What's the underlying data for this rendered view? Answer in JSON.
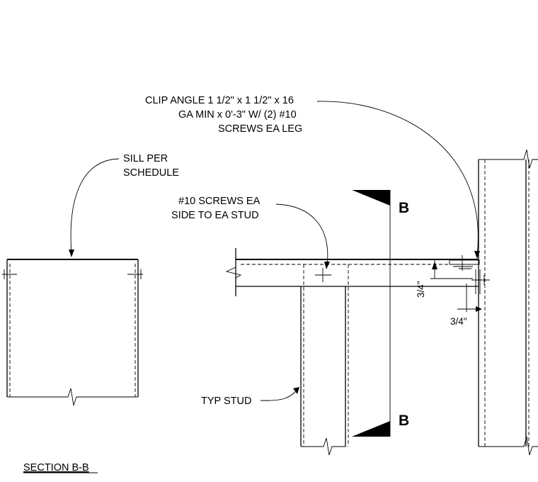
{
  "labels": {
    "clip_angle": [
      "CLIP ANGLE 1 1/2\" x 1 1/2\" x 16",
      "GA MIN x 0'-3\" W/ (2) #10",
      "SCREWS EA LEG"
    ],
    "sill": [
      "SILL PER",
      "SCHEDULE"
    ],
    "screws": [
      "#10 SCREWS EA",
      "SIDE TO EA STUD"
    ],
    "typ_stud": "TYP STUD",
    "section_mark_top": "B",
    "section_mark_bottom": "B",
    "dim_vertical": "3/4\"",
    "dim_horizontal": "3/4\"",
    "section_title": "SECTION B-B"
  }
}
